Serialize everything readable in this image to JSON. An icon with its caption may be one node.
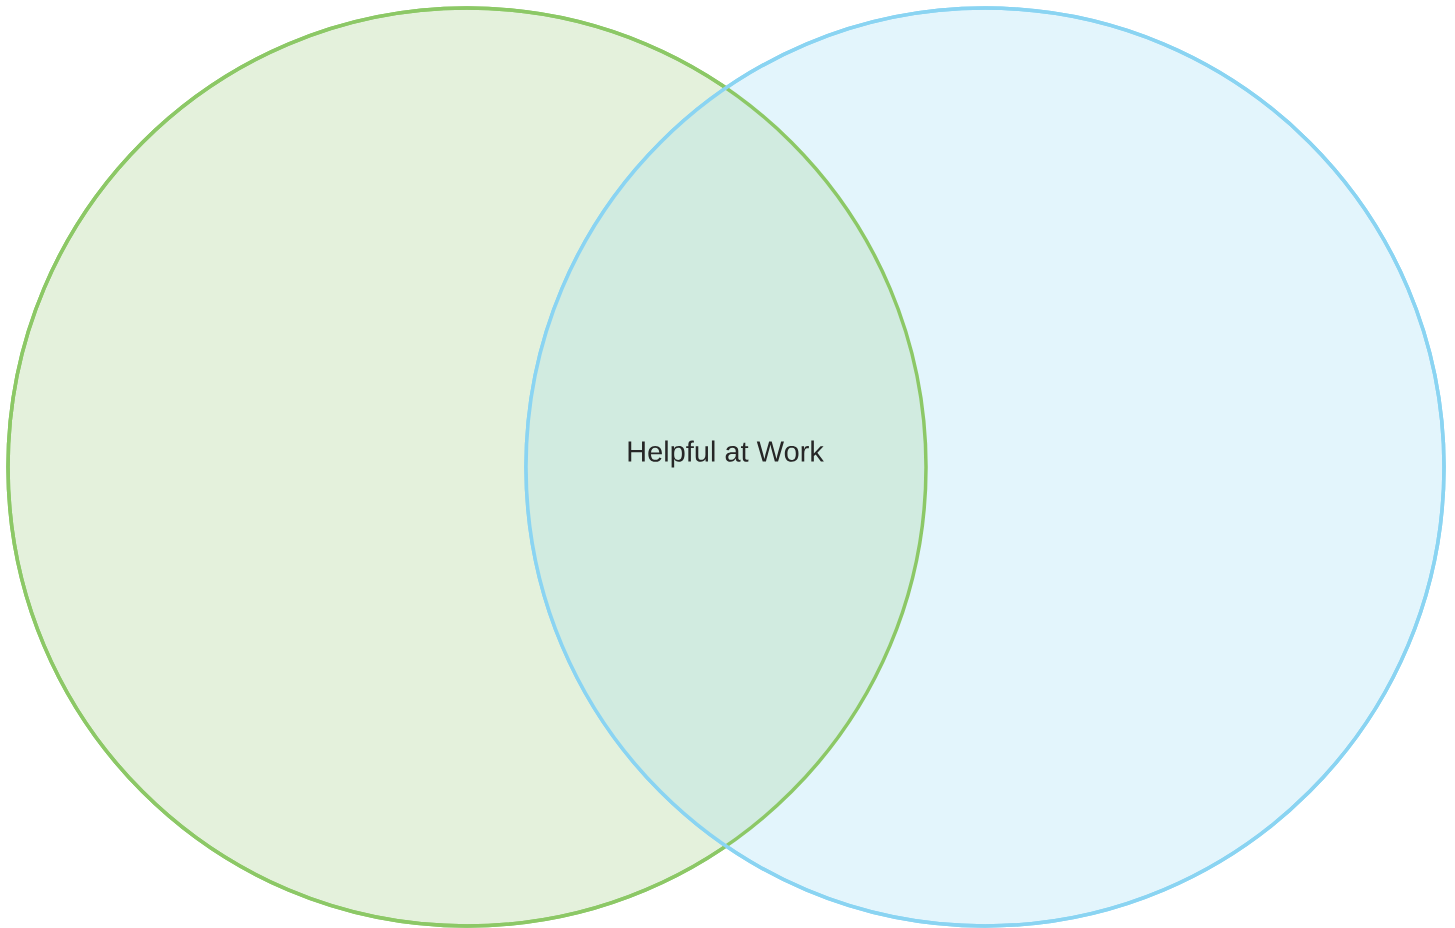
{
  "diagram": {
    "nodes": [
      {
        "text": [],
        "shape": "circle"
      },
      {
        "text": [],
        "shape": "circle"
      }
    ],
    "labels": [
      "Helpful at Work"
    ]
  }
}
